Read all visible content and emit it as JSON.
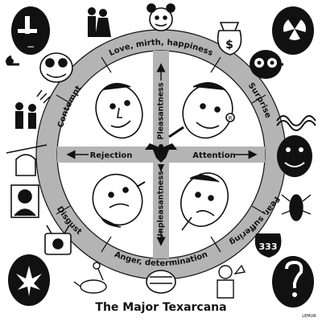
{
  "title": "The Major Texarcana",
  "signature": "LEMUR",
  "wheel": {
    "ring_labels": {
      "top": "Love, mirth, happiness",
      "top_right": "Surprise",
      "bottom_right": "Fear, suffering",
      "bottom": "Anger, determination",
      "bottom_left": "Disgust",
      "top_left": "Contempt"
    },
    "axis_labels": {
      "up": "Pleasantness",
      "down": "Unpleasantness",
      "left": "Rejection",
      "right": "Attention"
    },
    "quadrant_faces": [
      "face-upper-left",
      "face-upper-right",
      "face-lower-left",
      "face-lower-right"
    ]
  },
  "icons": {
    "dollar_sign": "$",
    "plus_sign": "+",
    "minus_sign": "−",
    "ticket_number": "333"
  },
  "colors": {
    "ring": "#b4b4b4",
    "ink": "#111111",
    "paper": "#ffffff"
  }
}
